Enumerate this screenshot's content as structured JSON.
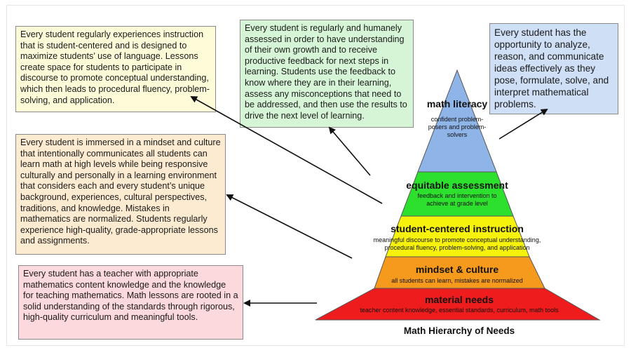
{
  "boxes": {
    "instruction": "Every student regularly experiences instruction that is student-centered and is designed to maximize students’ use of language. Lessons create space for students to participate in discourse to promote conceptual understanding, which then leads to procedural fluency, problem-solving, and application.",
    "assessment": "Every student is regularly and humanely assessed in order to have understanding of their own growth and to receive productive feedback for next steps in learning.  Students use the feedback to know where they are in their learning, assess any misconceptions that need to be addressed, and then use the results to drive the next level of learning.",
    "literacy": "Every student has the opportunity to analyze, reason, and communicate ideas effectively as they pose, formulate, solve, and interpret mathematical problems.",
    "mindset": "Every student is immersed in a mindset and culture that intentionally communicates all students can learn math at high levels while being responsive culturally and personally in a learning environment that considers each and every student’s unique background, experiences, cultural perspectives, traditions, and knowledge.  Mistakes in mathematics are normalized. Students regularly experience high-quality, grade-appropriate lessons and assignments.",
    "material": "Every student has a teacher with appropriate mathematics content knowledge and the knowledge for teaching mathematics.  Math lessons are rooted in a solid understanding of the standards through rigorous, high-quality curriculum and meaningful tools."
  },
  "pyramid": {
    "caption": "Math Hierarchy of Needs",
    "tiers": [
      {
        "title": "math literacy",
        "subtitle": "confident problem-posers and problem-solvers",
        "color": "#8fb4e8"
      },
      {
        "title": "equitable assessment",
        "subtitle": "feedback and intervention to achieve at grade level",
        "color": "#2ee02e"
      },
      {
        "title": "student-centered instruction",
        "subtitle": "meaningful discourse to promote conceptual understanding, procedural fluency, problem-solving, and application",
        "color": "#f7f20c"
      },
      {
        "title": "mindset & culture",
        "subtitle": "all students can learn, mistakes are normalized",
        "color": "#f59a1c"
      },
      {
        "title": "material needs",
        "subtitle": "teacher content knowledge, essential standards, curriculum, math tools",
        "color": "#ee1c1c"
      }
    ]
  },
  "colors": {
    "border": "#555555",
    "arrow": "#111111"
  }
}
